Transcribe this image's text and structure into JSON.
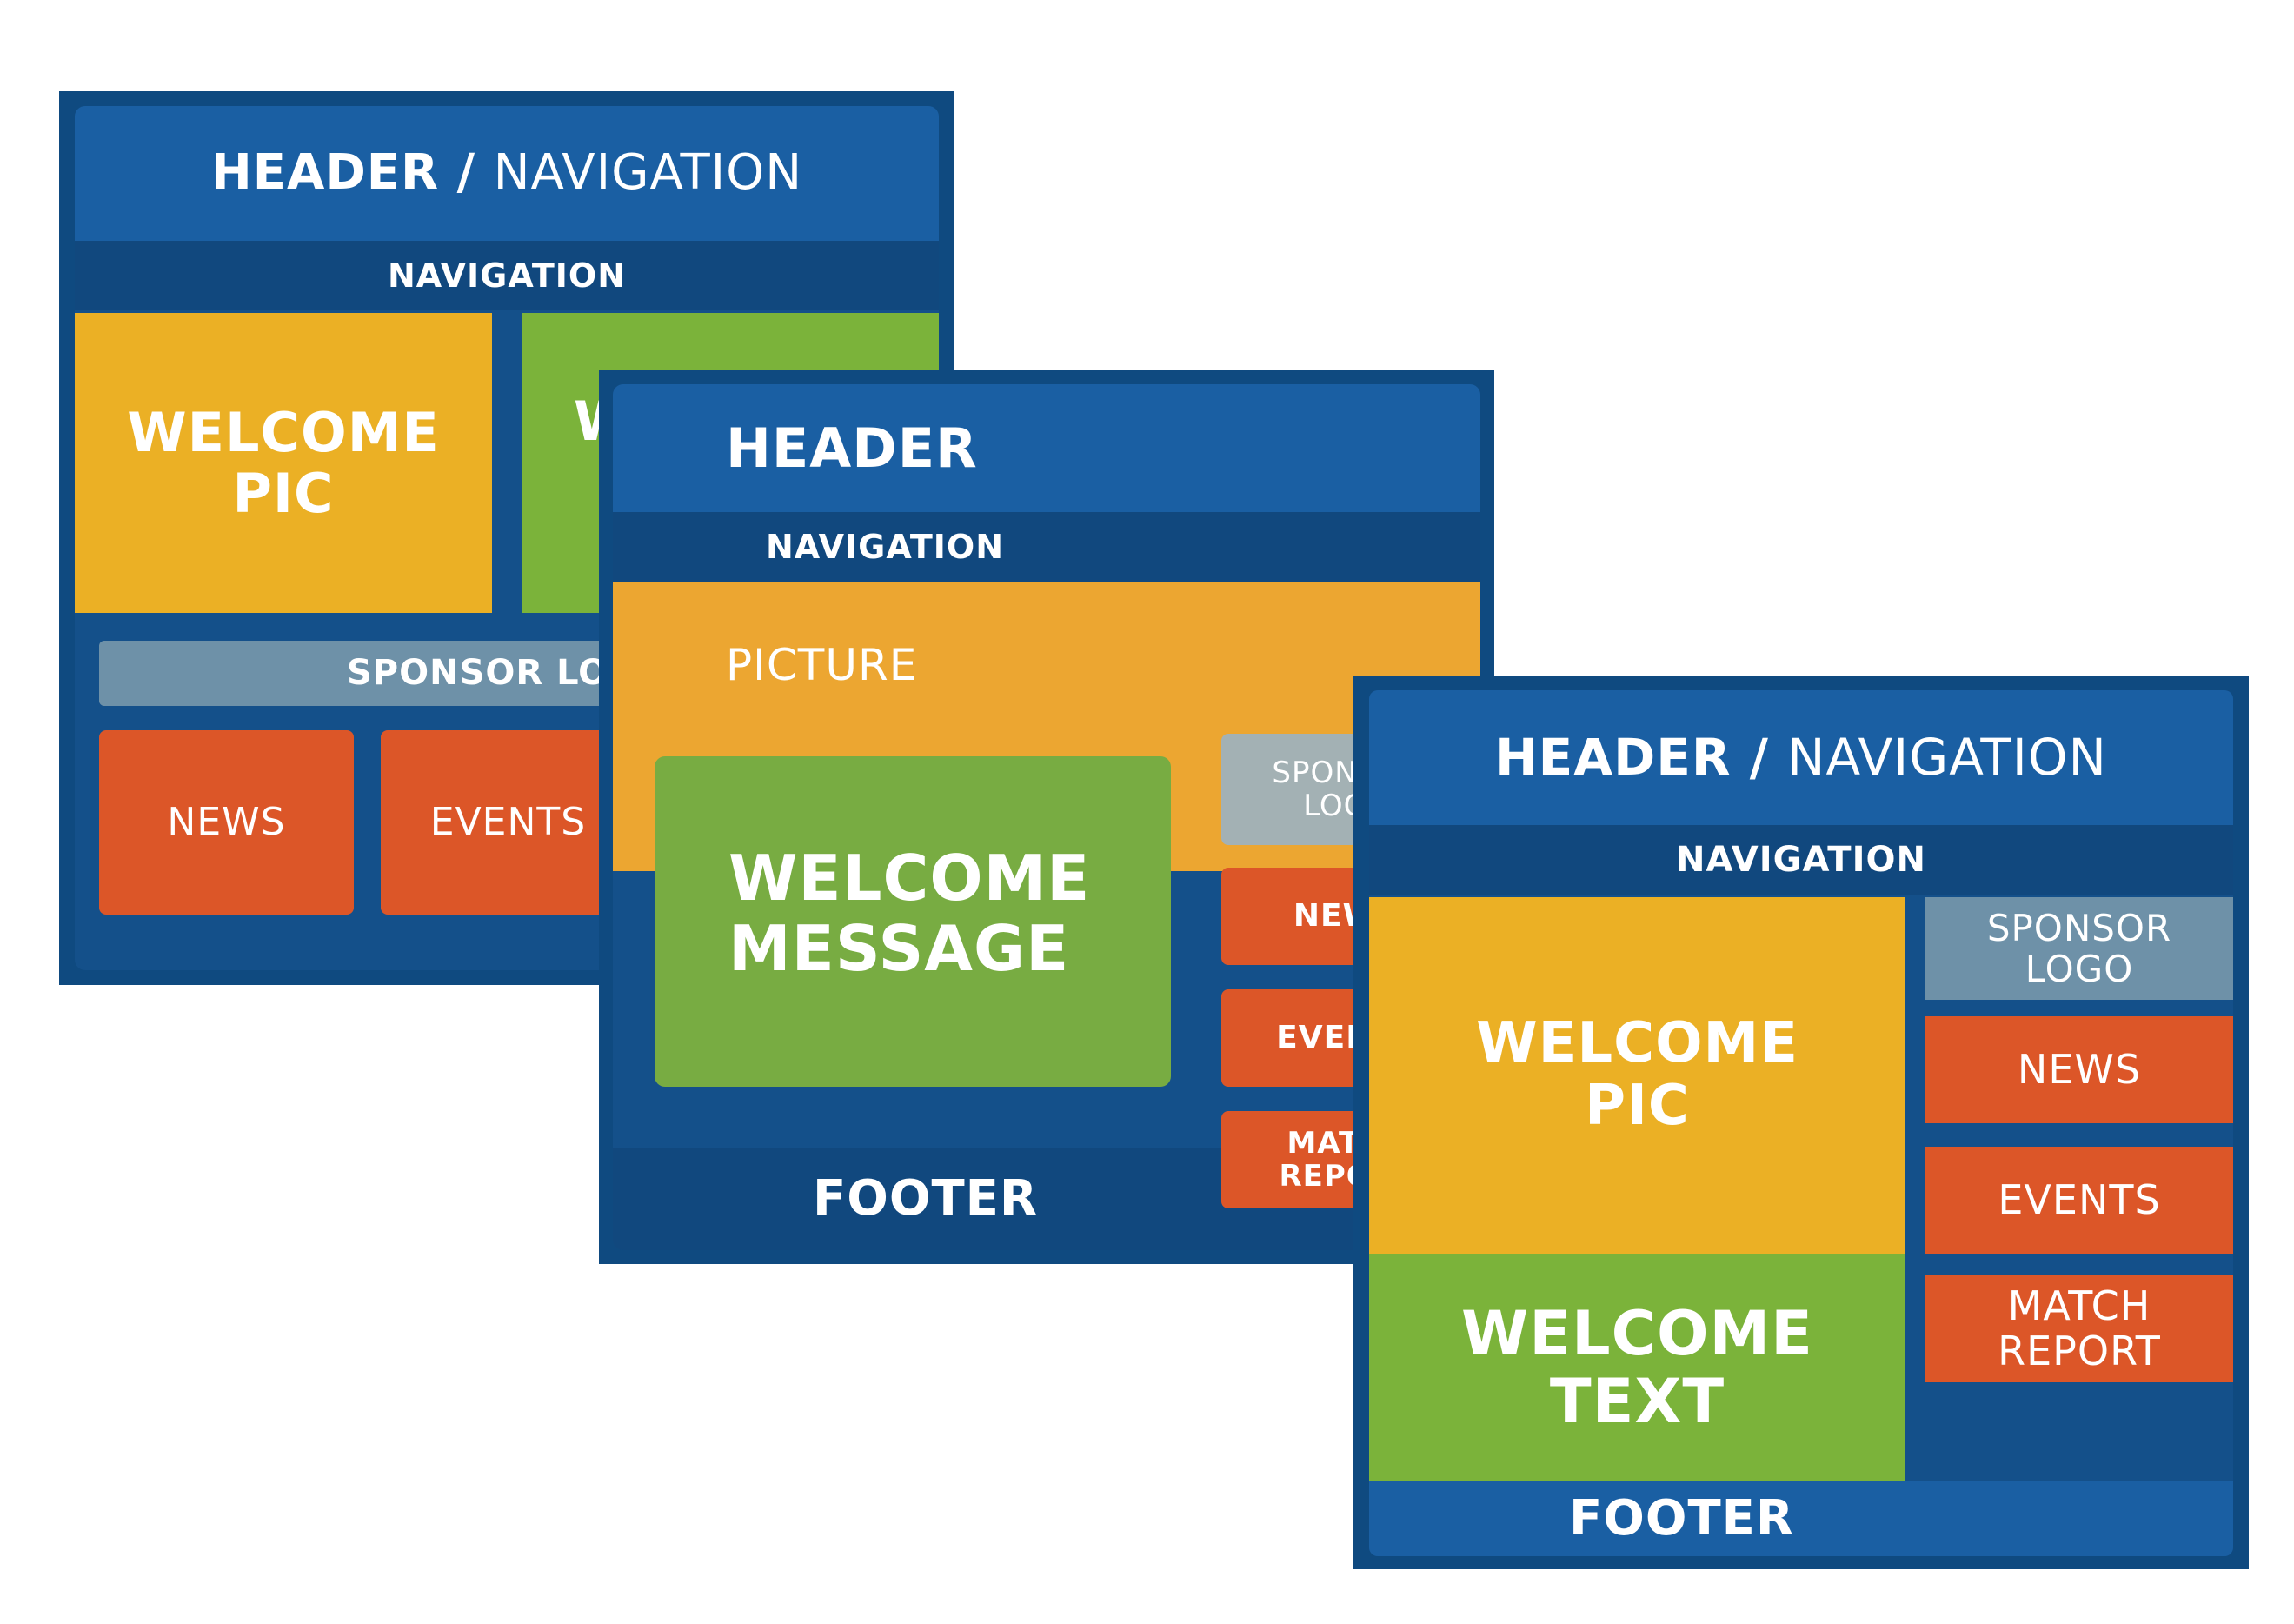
{
  "panels": [
    {
      "name": "layout-1",
      "header": {
        "bold": "HEADER",
        "sep": " / ",
        "rest": "NAVIGATION"
      },
      "navigation": "NAVIGATION",
      "welcome_pic": "WELCOME\nPIC",
      "welcome_text_partial": "W",
      "sponsor": "SPONSOR LOGO",
      "news": "NEWS",
      "events": "EVENTS"
    },
    {
      "name": "layout-2",
      "header": "HEADER",
      "navigation": "NAVIGATION",
      "picture": "PICTURE",
      "welcome_message": "WELCOME\nMESSAGE",
      "sponsor": "SPONSOR\nLOGO",
      "news": "NEWS",
      "events": "EVENTS",
      "match_report": "MATCH\nREPORT",
      "footer": "FOOTER"
    },
    {
      "name": "layout-3",
      "header": {
        "bold": "HEADER",
        "sep": " / ",
        "rest": "NAVIGATION"
      },
      "navigation": "NAVIGATION",
      "welcome_pic": "WELCOME\nPIC",
      "welcome_text": "WELCOME\nTEXT",
      "sponsor": "SPONSOR\nLOGO",
      "news": "NEWS",
      "events": "EVENTS",
      "match_report": "MATCH\nREPORT",
      "footer": "FOOTER"
    }
  ],
  "colors": {
    "frame": "#0f4a80",
    "header": "#1a5fa3",
    "navigation": "#11487e",
    "yellow": "#ebb025",
    "orange": "#eca631",
    "green": "#7bb33a",
    "red": "#dc5628",
    "sponsor_gray": "#6e91a8"
  }
}
